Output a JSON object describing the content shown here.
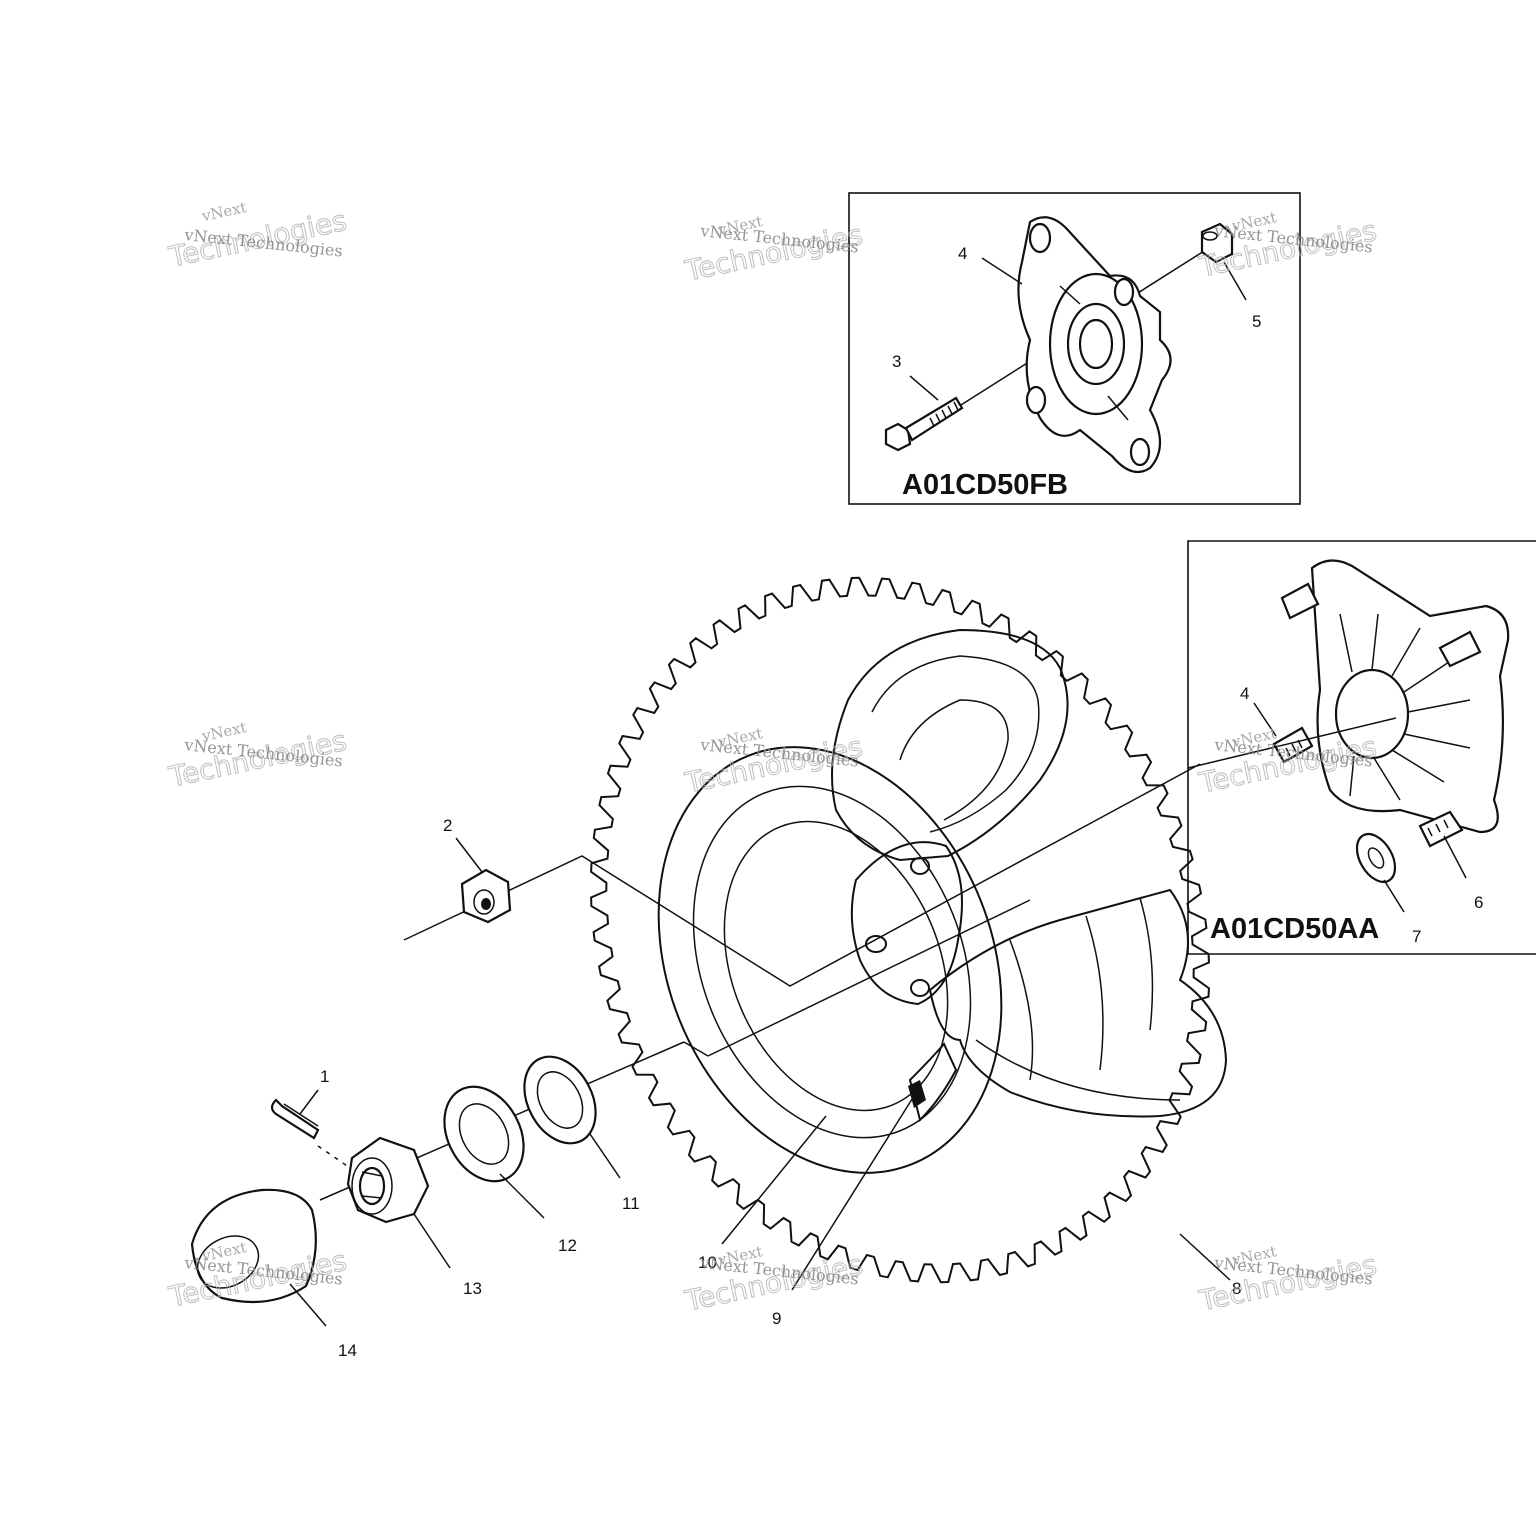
{
  "inset_codes": {
    "top": "A01CD50FB",
    "right": "A01CD50AA"
  },
  "callouts": {
    "n1": "1",
    "n2": "2",
    "n3": "3",
    "n4_top": "4",
    "n4_right": "4",
    "n5": "5",
    "n6": "6",
    "n7": "7",
    "n8": "8",
    "n9": "9",
    "n10": "10",
    "n11": "11",
    "n12": "12",
    "n13": "13",
    "n14": "14"
  },
  "watermark": {
    "line1": "vNext",
    "line2": "Technologies",
    "small": "vNext Technologies"
  },
  "colors": {
    "ink": "#111111",
    "watermark": "#9a9a9a",
    "background": "#ffffff"
  }
}
